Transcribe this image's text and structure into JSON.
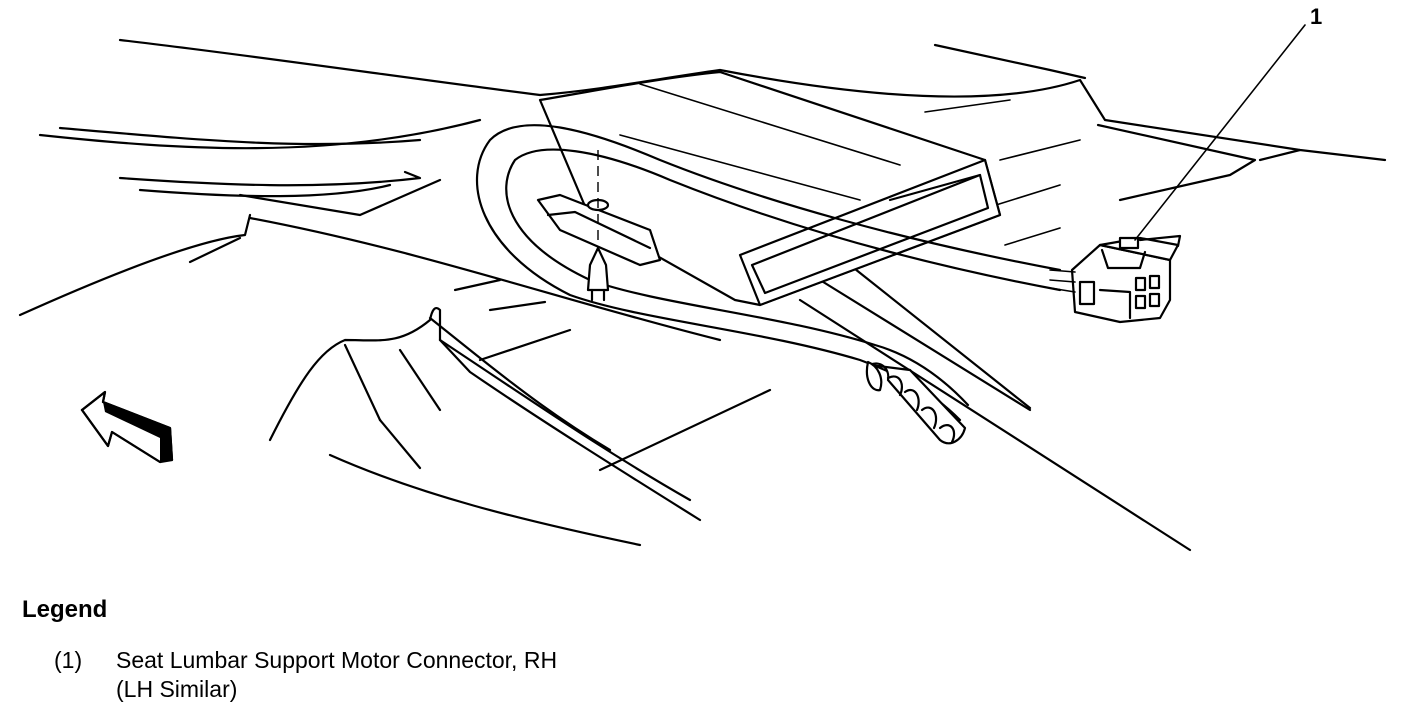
{
  "callouts": [
    {
      "label": "1"
    }
  ],
  "legend": {
    "title": "Legend",
    "items": [
      {
        "number": "(1)",
        "text_line1": "Seat Lumbar Support Motor Connector, RH",
        "text_line2": "(LH Similar)"
      }
    ]
  },
  "icons": {
    "direction_arrow": "front-direction-arrow-icon",
    "connector": "electrical-connector-icon",
    "clip": "push-pin-retainer-icon"
  }
}
